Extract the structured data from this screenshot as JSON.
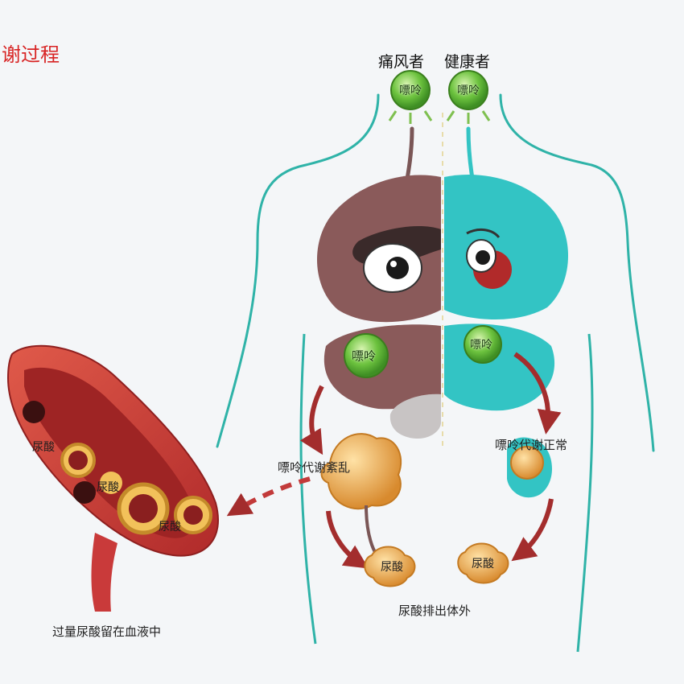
{
  "title_fragment": "谢过程",
  "columns": {
    "gout_patient": "痛风者",
    "healthy_person": "健康者"
  },
  "purine_label": "嘌呤",
  "uric_acid_label": "尿酸",
  "captions": {
    "metabolism_disordered": "嘌呤代谢紊乱",
    "metabolism_normal": "嘌呤代谢正常",
    "excreted": "尿酸排出体外",
    "retained_in_blood": "过量尿酸留在血液中"
  },
  "colors": {
    "gout_organ": "#8a5a5a",
    "healthy_organ": "#33c4c4",
    "arrow": "#a32d2d",
    "purine_green": "#5fb83a",
    "uric_crystal": "#e8a84a",
    "vessel_red": "#c93a3a",
    "body_outline": "#2fb3a8"
  }
}
